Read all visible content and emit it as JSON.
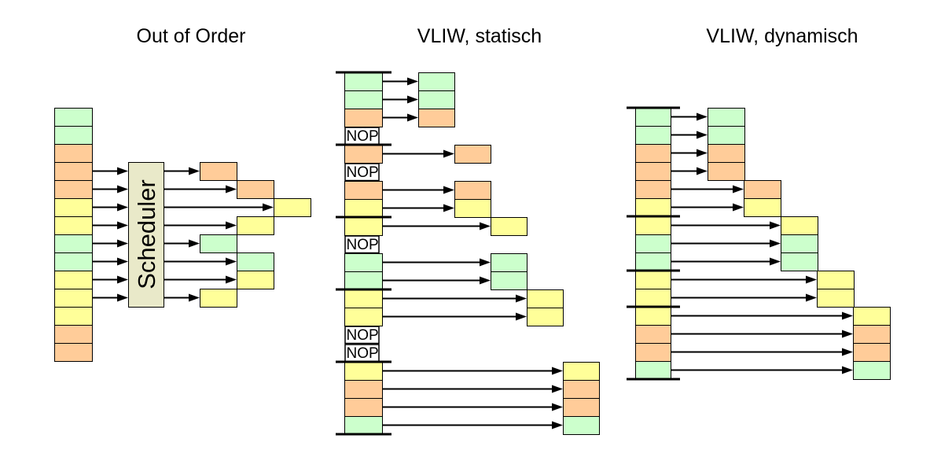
{
  "sections": [
    {
      "id": "out-of-order",
      "title": "Out of Order",
      "scheduler_label": "Scheduler",
      "program": [
        "green",
        "green",
        "orange",
        "orange",
        "orange",
        "yellow",
        "yellow",
        "green",
        "green",
        "yellow",
        "yellow",
        "yellow",
        "orange",
        "orange"
      ],
      "scheduled": [
        {
          "row": 3,
          "slot": 1,
          "color": "orange"
        },
        {
          "row": 4,
          "slot": 2,
          "color": "orange"
        },
        {
          "row": 5,
          "slot": 3,
          "color": "yellow"
        },
        {
          "row": 6,
          "slot": 2,
          "color": "yellow"
        },
        {
          "row": 7,
          "slot": 1,
          "color": "green"
        },
        {
          "row": 8,
          "slot": 2,
          "color": "green"
        },
        {
          "row": 9,
          "slot": 2,
          "color": "yellow"
        },
        {
          "row": 10,
          "slot": 1,
          "color": "yellow"
        }
      ]
    },
    {
      "id": "vliw-static",
      "title": "VLIW, statisch",
      "nop_label": "NOP",
      "program": [
        "green",
        "green",
        "orange",
        "NOP",
        "orange",
        "NOP",
        "orange",
        "yellow",
        "yellow",
        "NOP",
        "green",
        "green",
        "yellow",
        "yellow",
        "NOP",
        "NOP",
        "yellow",
        "orange",
        "orange",
        "green"
      ],
      "bundle_boundaries_rows": [
        0,
        4,
        8,
        12,
        16,
        20
      ],
      "issue_cycles": [
        {
          "cycle": 1,
          "rows": [
            0,
            1,
            2
          ]
        },
        {
          "cycle": 2,
          "rows": [
            4,
            6,
            7
          ]
        },
        {
          "cycle": 3,
          "rows": [
            8,
            10,
            11
          ]
        },
        {
          "cycle": 4,
          "rows": [
            12,
            13
          ]
        },
        {
          "cycle": 5,
          "rows": [
            16,
            17,
            18,
            19
          ]
        }
      ]
    },
    {
      "id": "vliw-dynamic",
      "title": "VLIW, dynamisch",
      "program": [
        "green",
        "green",
        "orange",
        "orange",
        "orange",
        "yellow",
        "yellow",
        "green",
        "green",
        "yellow",
        "yellow",
        "yellow",
        "orange",
        "orange",
        "green"
      ],
      "bundle_boundaries_rows": [
        0,
        6,
        9,
        11,
        15
      ],
      "issue_cycles": [
        {
          "cycle": 1,
          "rows": [
            0,
            1,
            2,
            3
          ]
        },
        {
          "cycle": 2,
          "rows": [
            4,
            5
          ]
        },
        {
          "cycle": 3,
          "rows": [
            6,
            7,
            8
          ]
        },
        {
          "cycle": 4,
          "rows": [
            9,
            10
          ]
        },
        {
          "cycle": 5,
          "rows": [
            11,
            12,
            13,
            14
          ]
        }
      ]
    }
  ],
  "palette": {
    "green": "#ccffcc",
    "orange": "#ffcc99",
    "yellow": "#ffff99",
    "nop_fill": "#ffffff",
    "scheduler_fill": "#e9e9c9",
    "stroke": "#000000"
  }
}
